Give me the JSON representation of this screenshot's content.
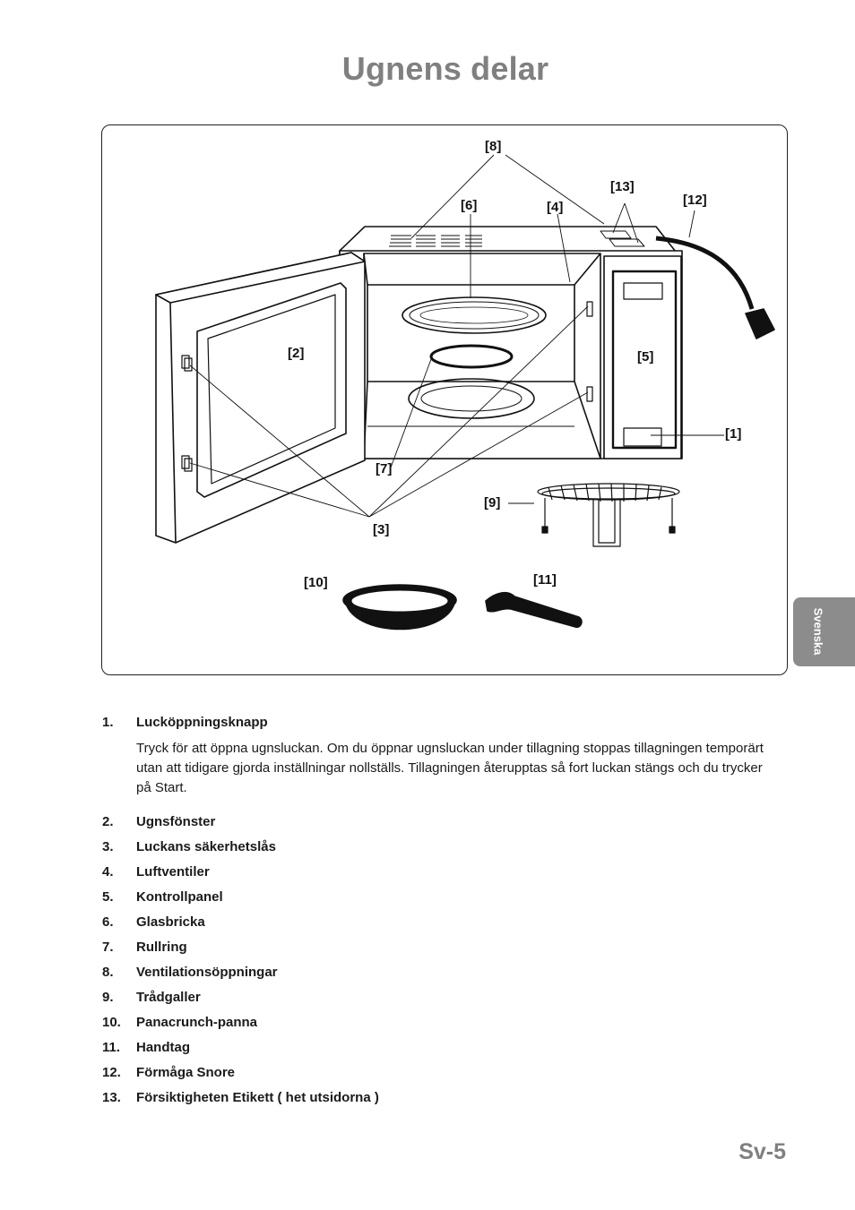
{
  "page": {
    "title": "Ugnens delar",
    "side_tab": "Svenska",
    "page_number": "Sv-5"
  },
  "figure": {
    "callouts": {
      "c1": "[1]",
      "c2": "[2]",
      "c3": "[3]",
      "c4": "[4]",
      "c5": "[5]",
      "c6": "[6]",
      "c7": "[7]",
      "c8": "[8]",
      "c9": "[9]",
      "c10": "[10]",
      "c11": "[11]",
      "c12": "[12]",
      "c13": "[13]"
    }
  },
  "parts": [
    {
      "num": "1.",
      "name": "Lucköppningsknapp",
      "desc": "Tryck för att öppna ugnsluckan. Om du öppnar ugnsluckan under tillagning stoppas tillagningen temporärt utan att tidigare gjorda inställningar nollställs. Tillagningen återupptas så fort luckan stängs och du trycker på Start."
    },
    {
      "num": "2.",
      "name": "Ugnsfönster"
    },
    {
      "num": "3.",
      "name": "Luckans säkerhetslås"
    },
    {
      "num": "4.",
      "name": "Luftventiler"
    },
    {
      "num": "5.",
      "name": "Kontrollpanel"
    },
    {
      "num": "6.",
      "name": "Glasbricka"
    },
    {
      "num": "7.",
      "name": "Rullring"
    },
    {
      "num": "8.",
      "name": "Ventilationsöppningar"
    },
    {
      "num": "9.",
      "name": "Trådgaller"
    },
    {
      "num": "10.",
      "name": "Panacrunch-panna"
    },
    {
      "num": "11.",
      "name": "Handtag"
    },
    {
      "num": "12.",
      "name": "Förmåga Snore"
    },
    {
      "num": "13.",
      "name": "Försiktigheten Etikett ( het utsidorna )"
    }
  ]
}
